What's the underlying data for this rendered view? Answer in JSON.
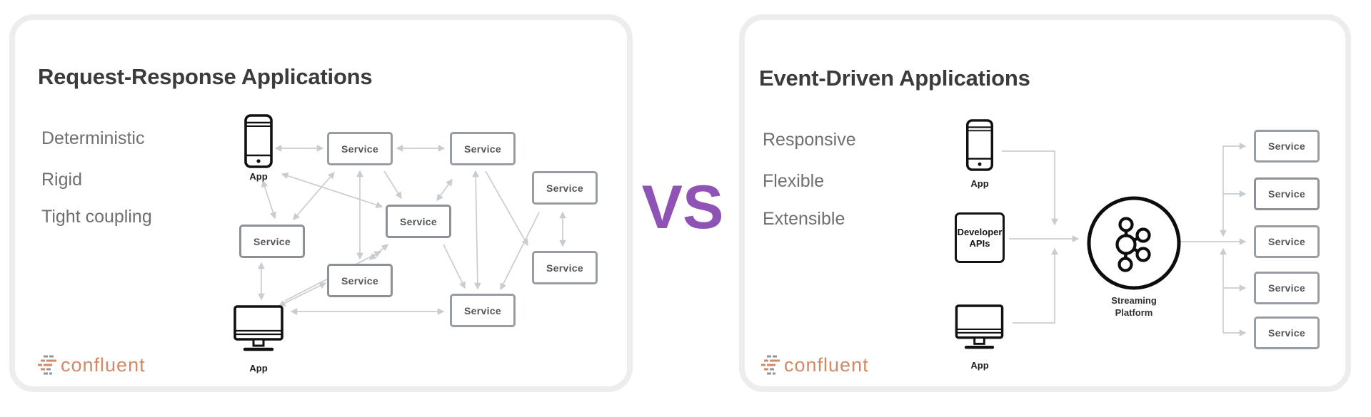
{
  "page": {
    "vs_label": "VS"
  },
  "colors": {
    "vs_purple": "#8f52b5",
    "logo_orange": "#cf8a66",
    "arrow_gray": "#c9cdd2",
    "box_border_gray": "#979da2"
  },
  "left_panel": {
    "title": "Request-Response Applications",
    "traits": [
      "Deterministic",
      "Rigid",
      "Tight coupling"
    ],
    "app_top_label": "App",
    "app_bottom_label": "App",
    "services": [
      "Service",
      "Service",
      "Service",
      "Service",
      "Service",
      "Service",
      "Service",
      "Service"
    ],
    "logo_text": "confluent"
  },
  "right_panel": {
    "title": "Event-Driven Applications",
    "traits": [
      "Responsive",
      "Flexible",
      "Extensible"
    ],
    "app_top_label": "App",
    "developer_apis_lines": [
      "Developer",
      "APIs"
    ],
    "app_bottom_label": "App",
    "streaming_platform_lines": [
      "Streaming",
      "Platform"
    ],
    "services": [
      "Service",
      "Service",
      "Service",
      "Service",
      "Service"
    ],
    "logo_text": "confluent"
  }
}
